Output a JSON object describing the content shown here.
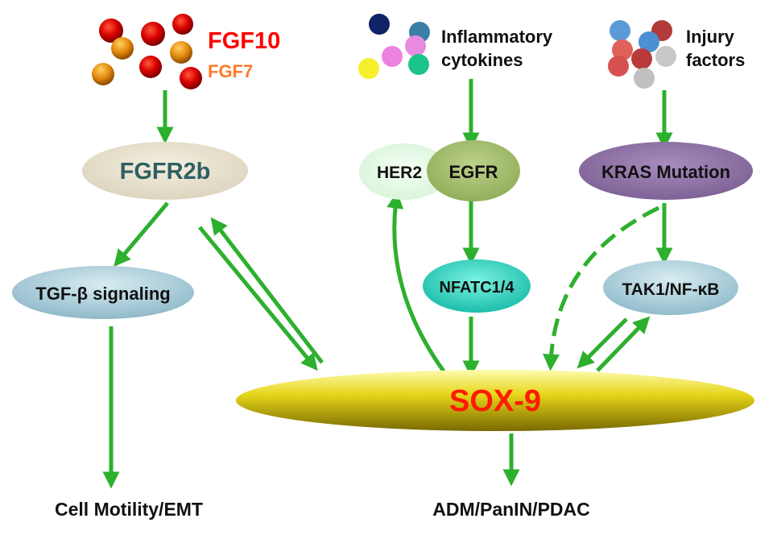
{
  "inputs": {
    "fgf": {
      "primary": "FGF10",
      "secondary": "FGF7",
      "primary_color": "#ff0000",
      "secondary_color": "#ff7a2a"
    },
    "inflammatory": {
      "line1": "Inflammatory",
      "line2": "cytokines"
    },
    "injury": {
      "line1": "Injury",
      "line2": "factors"
    }
  },
  "nodes": {
    "fgfr2b": "FGFR2b",
    "tgf": "TGF-β signaling",
    "her2": "HER2",
    "egfr": "EGFR",
    "kras": "KRAS Mutation",
    "nfatc": "NFATC1/4",
    "tak1": "TAK1/NF-κB",
    "sox9": "SOX-9"
  },
  "outcomes": {
    "motility": "Cell Motility/EMT",
    "pdac": "ADM/PanIN/PDAC"
  },
  "colors": {
    "arrow": "#2db02d",
    "sox9_text": "#ff1a00",
    "fgfr2b_text": "#2f5f63",
    "fgfr2b_fill": "#e6dfcc",
    "tgf_fill": "#a9cbd8",
    "her2_fill": "#e6f7e6",
    "egfr_fill": "#a3bb6f",
    "kras_fill": "#8f72a6",
    "nfatc_fill": "#30dcc4",
    "tak1_fill": "#a8cfdc",
    "sox9_fill": "#e8d81a"
  }
}
